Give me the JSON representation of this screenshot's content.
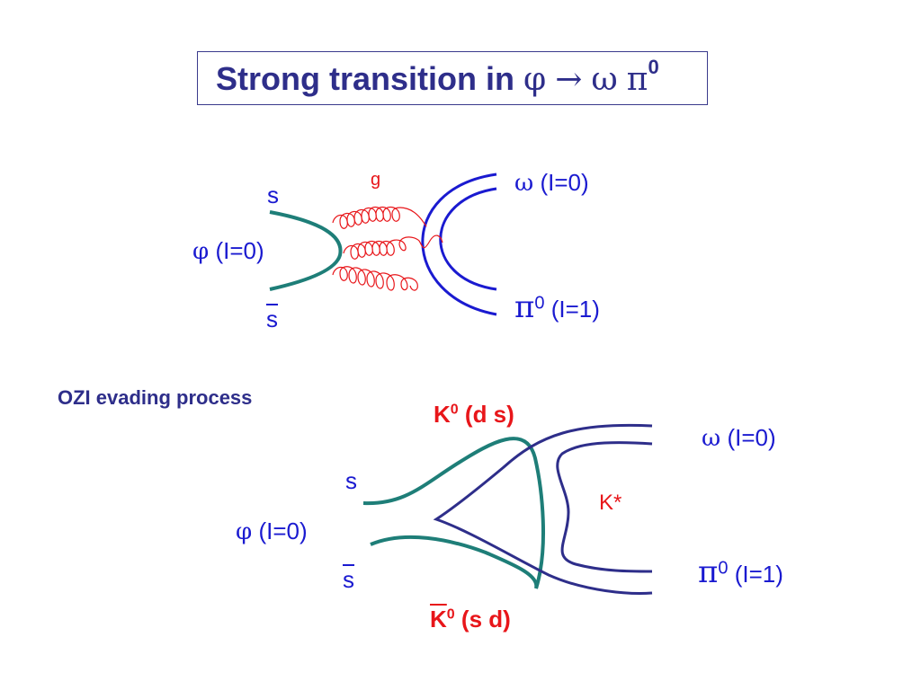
{
  "title": {
    "text": "Strong transition in ",
    "phi": "φ",
    "arrow": "→",
    "omega": "ω",
    "pi": "π",
    "pi_sup": "0"
  },
  "diagram1": {
    "quark_s": "s",
    "quark_sbar": "s",
    "phi_label": "φ",
    "phi_isospin": "(I=0)",
    "gluon_label": "g",
    "omega_label": "ω",
    "omega_isospin": "(I=0)",
    "pi_label": "π",
    "pi_sup": "0",
    "pi_isospin": "(I=1)"
  },
  "diagram2": {
    "heading": "OZI evading process",
    "quark_s": "s",
    "quark_sbar": "s",
    "phi_label": "φ",
    "phi_isospin": "(I=0)",
    "k0_top": "K",
    "k0_top_sup": "0",
    "k0_top_content": "(d  s)",
    "k0bar_bottom": "K",
    "k0bar_bottom_sup": "0",
    "k0bar_bottom_content": "(s  d)",
    "kstar_label": "K*",
    "omega_label": "ω",
    "omega_isospin": "(I=0)",
    "pi_label": "π",
    "pi_sup": "0",
    "pi_isospin": "(I=1)"
  },
  "colors": {
    "title": "#2e2e8a",
    "quark_line_blue": "#1a1ad0",
    "strange_line_teal": "#1e7e78",
    "gluon_red": "#e8161a",
    "navy_line": "#2e2e8a",
    "kaon_label_red": "#e8161a"
  }
}
